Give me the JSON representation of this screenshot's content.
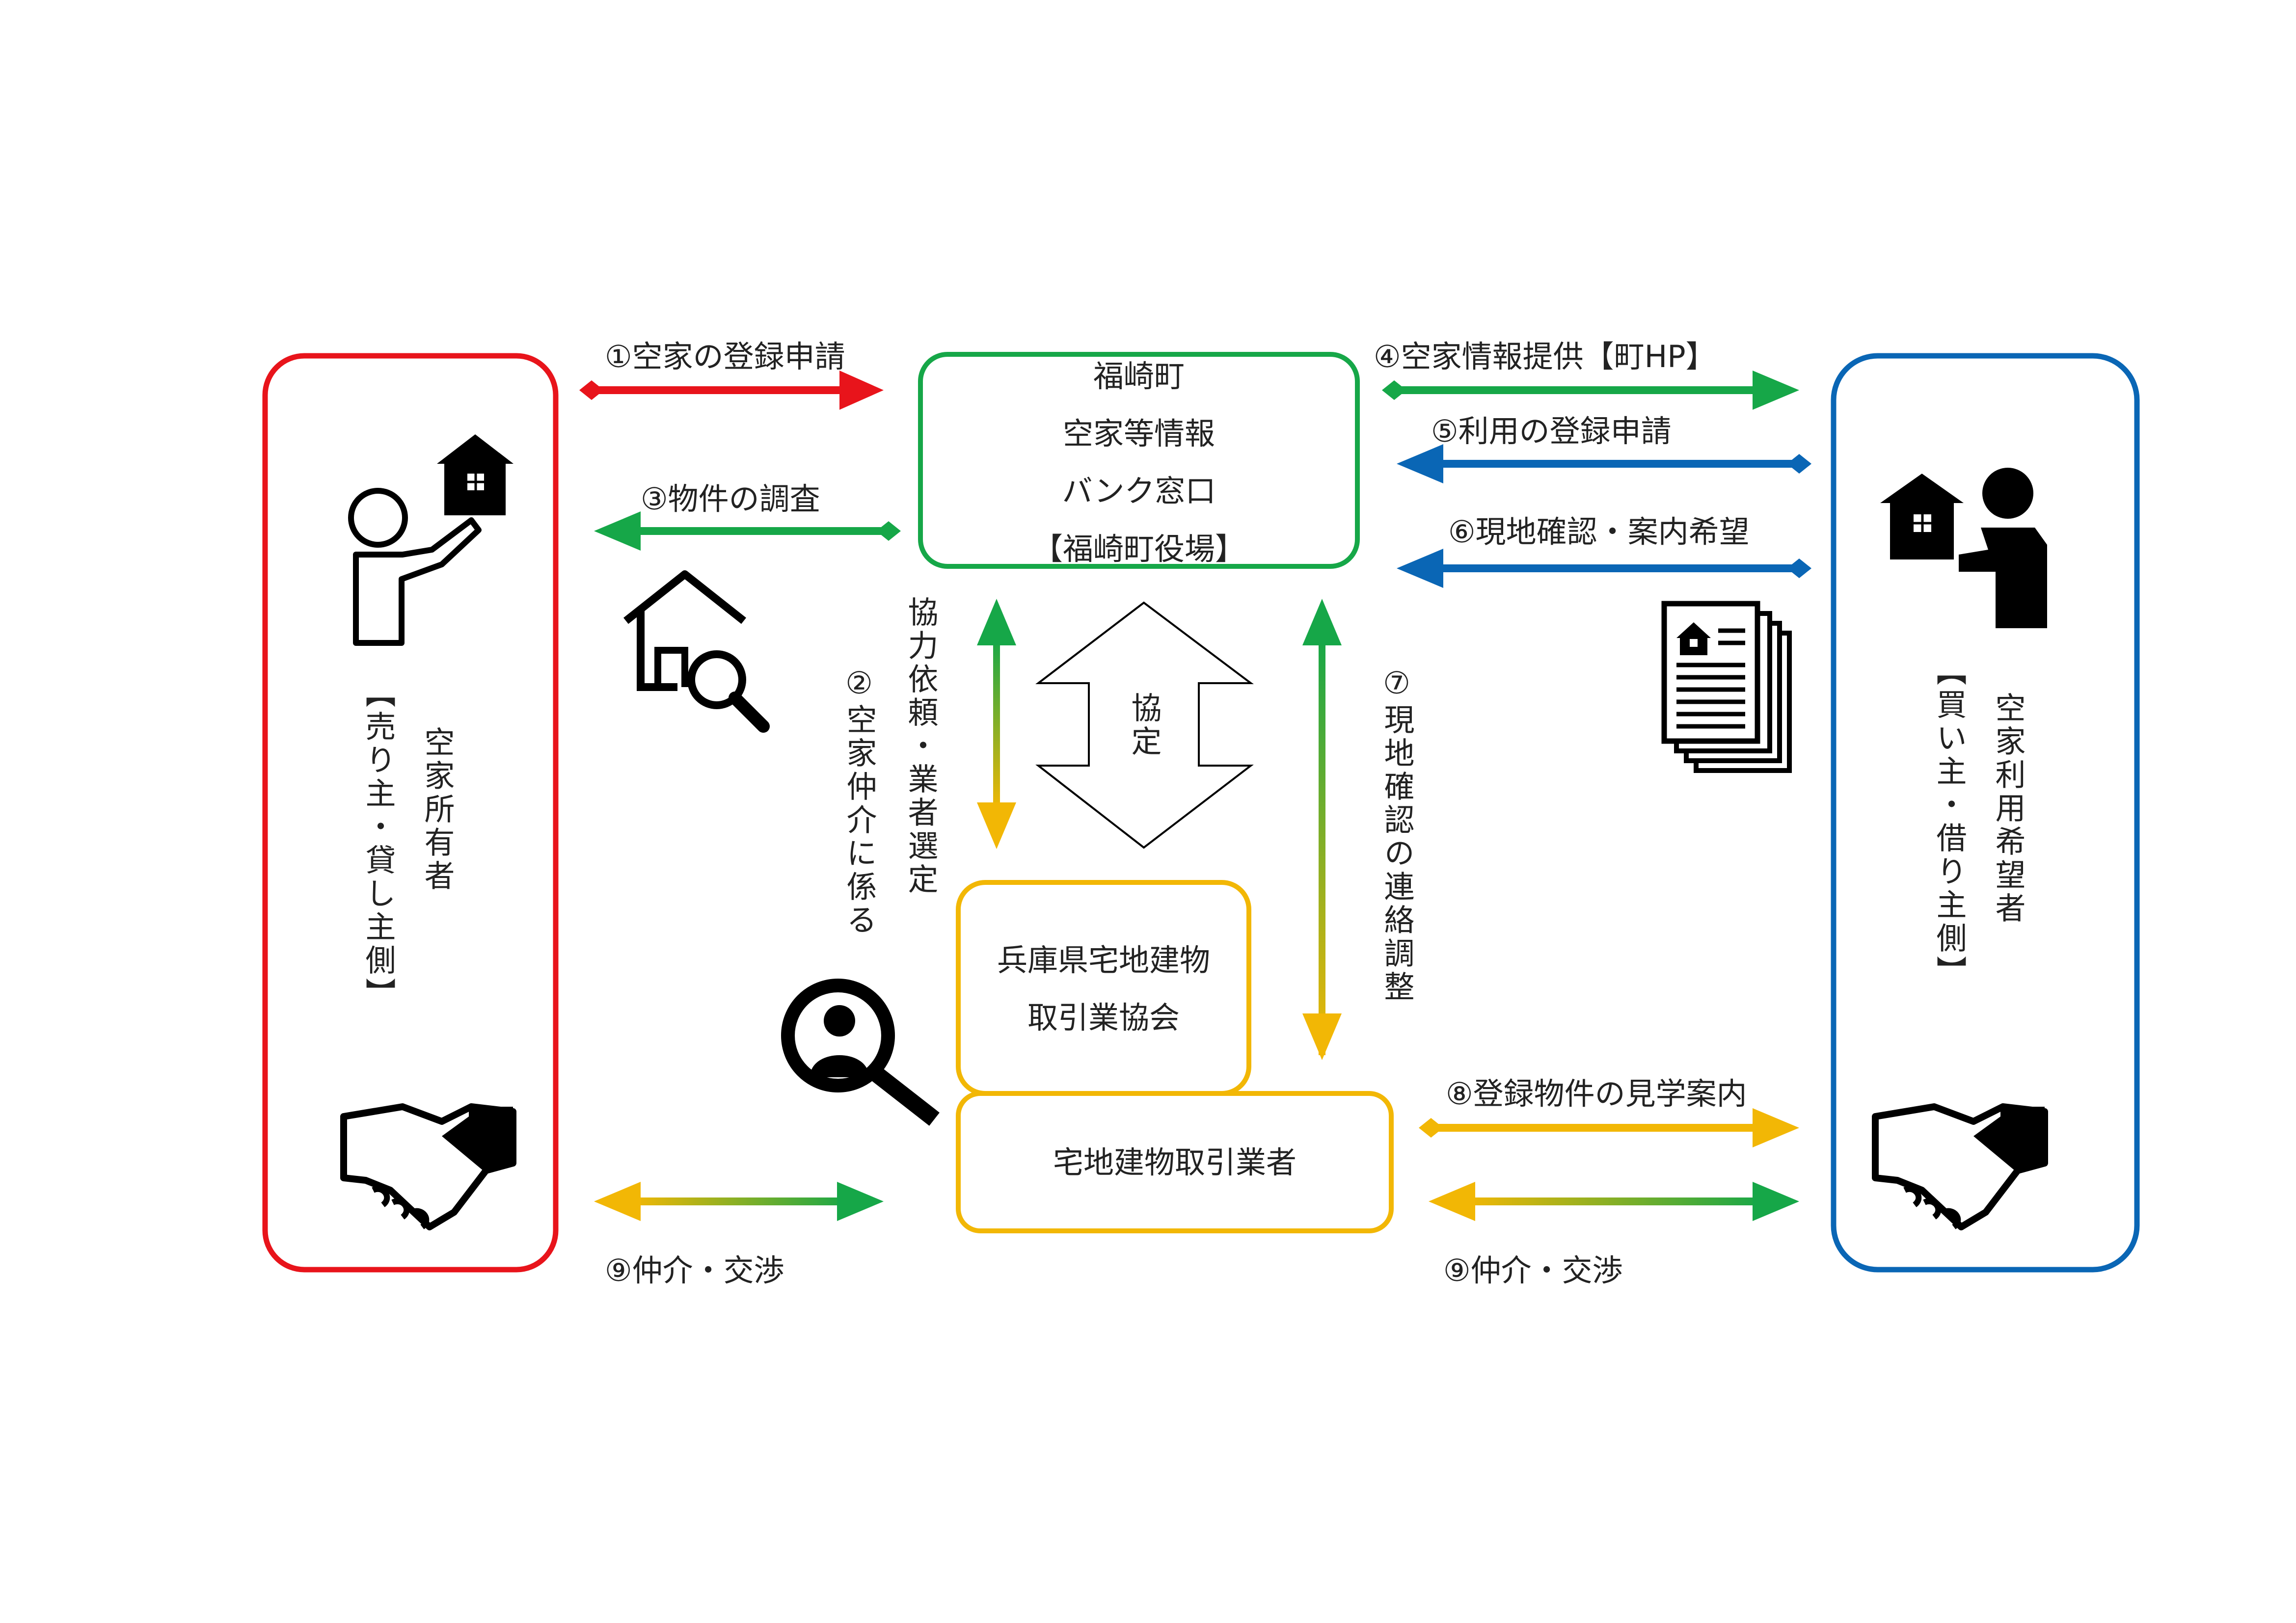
{
  "colors": {
    "red": "#e8141b",
    "green": "#16a748",
    "blue": "#0a66b5",
    "yellow": "#f2b705",
    "black": "#000000"
  },
  "owner": {
    "title": "空家所有者",
    "role": "【売り主・貸し主側】"
  },
  "applicant": {
    "title": "空家利用希望者",
    "role": "【買い主・借り主側】"
  },
  "bank": {
    "lines": [
      "福崎町",
      "空家等情報",
      "バンク窓口",
      "【福崎町役場】"
    ]
  },
  "association": {
    "lines": [
      "兵庫県宅地建物",
      "取引業協会"
    ]
  },
  "broker": {
    "label": "宅地建物取引業者"
  },
  "agreement": {
    "label": "協定"
  },
  "steps": {
    "s1": "①空家の登録申請",
    "s2a": "②空家仲介に係る",
    "s2b": "協力依頼・業者選定",
    "s3": "③物件の調査",
    "s4": "④空家情報提供【町HP】",
    "s5": "⑤利用の登録申請",
    "s6": "⑥現地確認・案内希望",
    "s7": "⑦現地確認の連絡調整",
    "s8": "⑧登録物件の見学案内",
    "s9_left": "⑨仲介・交渉",
    "s9_right": "⑨仲介・交渉"
  },
  "icons": [
    "person-holding-house-icon",
    "house-search-icon",
    "person-search-icon",
    "handshake-icon",
    "document-stack-icon",
    "person-carrying-house-icon"
  ]
}
